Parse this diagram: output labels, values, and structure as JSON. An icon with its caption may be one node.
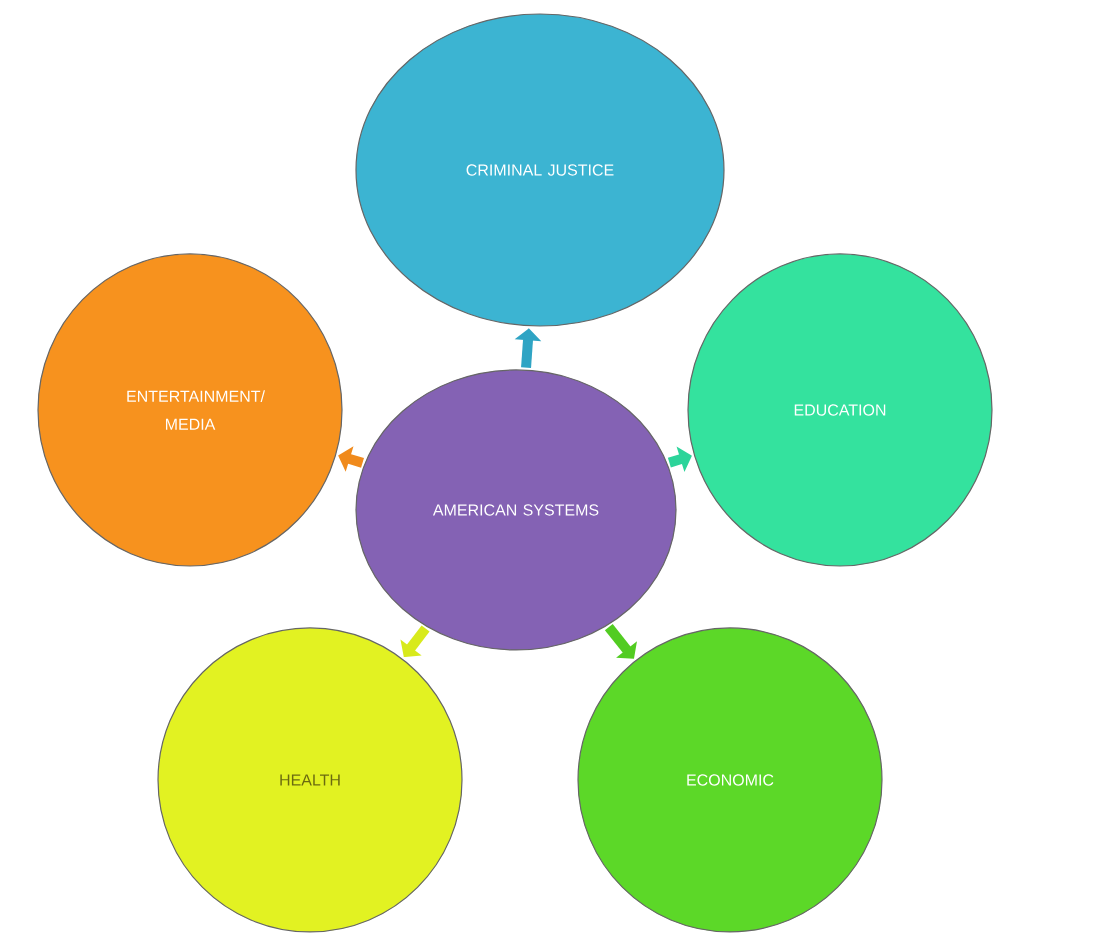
{
  "diagram": {
    "nodes": [
      {
        "text": [
          "AMERICAN SYSTEMS"
        ]
      },
      {
        "text": [
          "CRIMINAL JUSTICE"
        ]
      },
      {
        "text": [
          "EDUCATION"
        ]
      },
      {
        "text": [
          "ECONOMIC"
        ]
      },
      {
        "text": [
          "HEALTH"
        ]
      },
      {
        "text": [
          "ENTERTAINMENT/ MEDIA"
        ]
      }
    ],
    "edges": [
      {
        "from": 0,
        "to": 1,
        "arrow": "to",
        "color": "#2fa4c4"
      },
      {
        "from": 0,
        "to": 2,
        "arrow": "to",
        "color": "#2cd49a"
      },
      {
        "from": 0,
        "to": 3,
        "arrow": "to",
        "color": "#52cc22"
      },
      {
        "from": 0,
        "to": 4,
        "arrow": "to",
        "color": "#d8ea1c"
      },
      {
        "from": 0,
        "to": 5,
        "arrow": "to",
        "color": "#f08a1c"
      }
    ]
  }
}
